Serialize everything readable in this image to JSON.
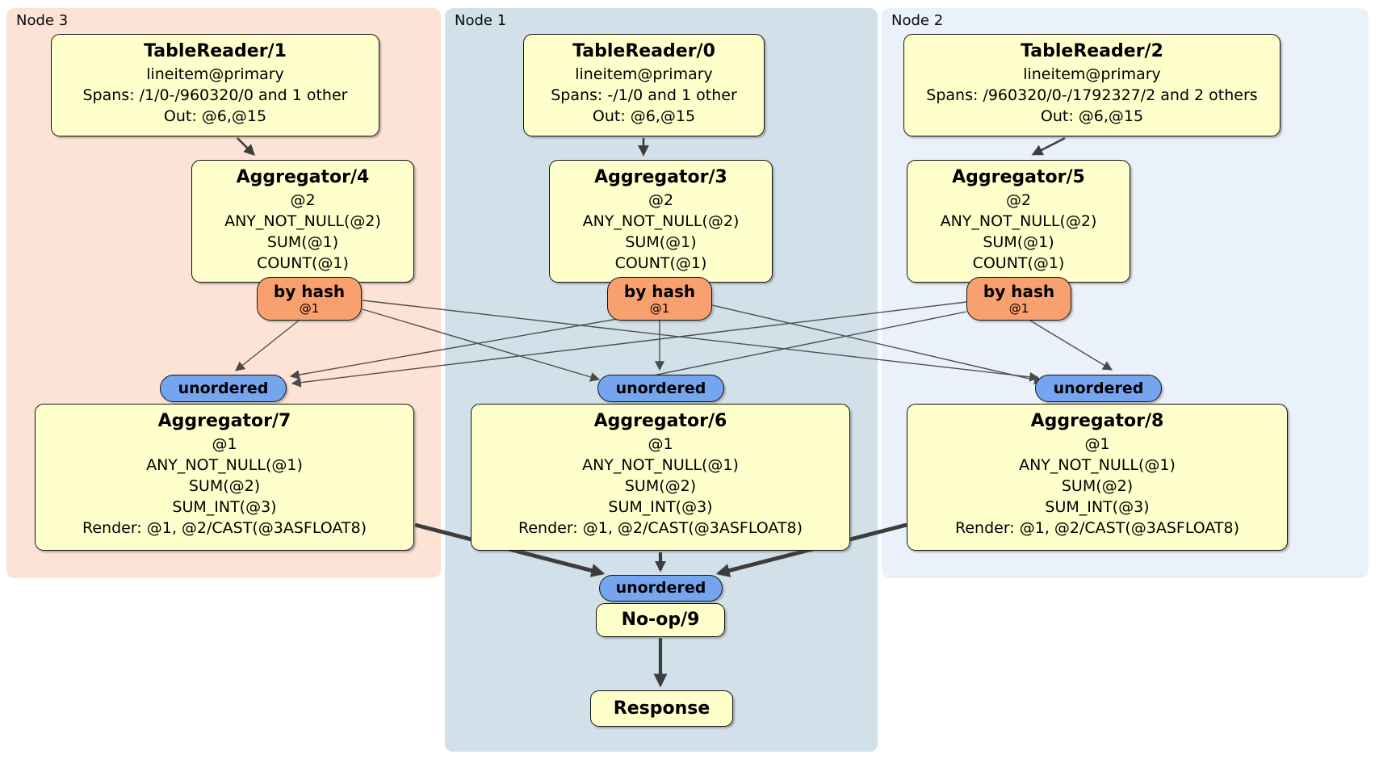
{
  "regions": {
    "node3": {
      "label": "Node 3",
      "color": "#fce3d5"
    },
    "node1": {
      "label": "Node 1",
      "color": "#d2e0e9"
    },
    "node2": {
      "label": "Node 2",
      "color": "#ebf1fa"
    }
  },
  "colors": {
    "box_fill": "#ffffcc",
    "router_fill": "#f8a06e",
    "sync_fill": "#76a5f0"
  },
  "processors": {
    "tr1": {
      "title": "TableReader/1",
      "lines": [
        "lineitem@primary",
        "Spans: /1/0-/960320/0 and 1 other",
        "Out: @6,@15"
      ]
    },
    "tr0": {
      "title": "TableReader/0",
      "lines": [
        "lineitem@primary",
        "Spans: -/1/0 and 1 other",
        "Out: @6,@15"
      ]
    },
    "tr2": {
      "title": "TableReader/2",
      "lines": [
        "lineitem@primary",
        "Spans: /960320/0-/1792327/2 and 2 others",
        "Out: @6,@15"
      ]
    },
    "agg4": {
      "title": "Aggregator/4",
      "lines": [
        "@2",
        "ANY_NOT_NULL(@2)",
        "SUM(@1)",
        "COUNT(@1)"
      ]
    },
    "agg3": {
      "title": "Aggregator/3",
      "lines": [
        "@2",
        "ANY_NOT_NULL(@2)",
        "SUM(@1)",
        "COUNT(@1)"
      ]
    },
    "agg5": {
      "title": "Aggregator/5",
      "lines": [
        "@2",
        "ANY_NOT_NULL(@2)",
        "SUM(@1)",
        "COUNT(@1)"
      ]
    },
    "agg7": {
      "title": "Aggregator/7",
      "lines": [
        "@1",
        "ANY_NOT_NULL(@1)",
        "SUM(@2)",
        "SUM_INT(@3)",
        "Render: @1, @2/CAST(@3ASFLOAT8)"
      ]
    },
    "agg6": {
      "title": "Aggregator/6",
      "lines": [
        "@1",
        "ANY_NOT_NULL(@1)",
        "SUM(@2)",
        "SUM_INT(@3)",
        "Render: @1, @2/CAST(@3ASFLOAT8)"
      ]
    },
    "agg8": {
      "title": "Aggregator/8",
      "lines": [
        "@1",
        "ANY_NOT_NULL(@1)",
        "SUM(@2)",
        "SUM_INT(@3)",
        "Render: @1, @2/CAST(@3ASFLOAT8)"
      ]
    },
    "noop": {
      "title": "No-op/9"
    },
    "response": {
      "title": "Response"
    }
  },
  "routers": {
    "byhash4": {
      "label": "by hash",
      "detail": "@1"
    },
    "byhash3": {
      "label": "by hash",
      "detail": "@1"
    },
    "byhash5": {
      "label": "by hash",
      "detail": "@1"
    }
  },
  "syncs": {
    "unordered7": {
      "label": "unordered"
    },
    "unordered6": {
      "label": "unordered"
    },
    "unordered8": {
      "label": "unordered"
    },
    "unordered9": {
      "label": "unordered"
    }
  }
}
